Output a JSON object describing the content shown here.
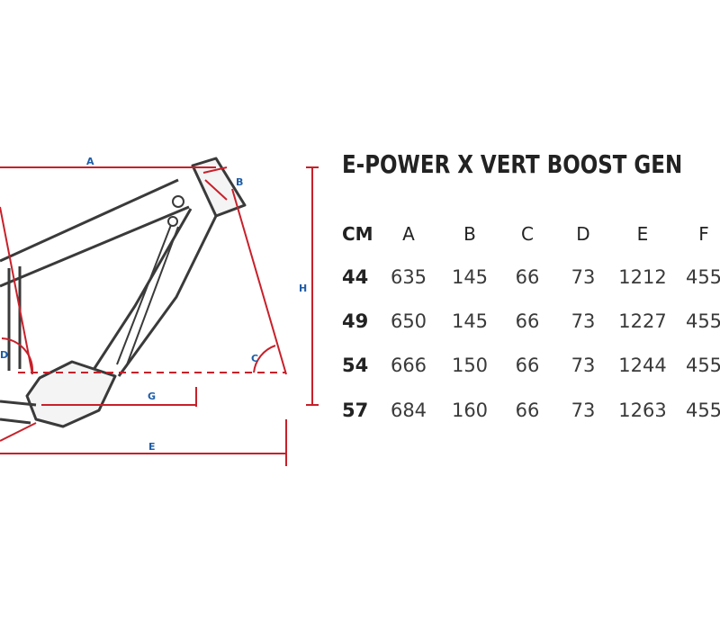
{
  "title": "E-POWER X VERT BOOST GEN",
  "diagram": {
    "dimension_labels": {
      "A": "A",
      "B": "B",
      "C": "C",
      "D": "D",
      "E": "E",
      "G": "G",
      "H": "H"
    },
    "colors": {
      "frame": "#3a3a3a",
      "dimension": "#c8202a",
      "label": "#1f5ea8"
    }
  },
  "table": {
    "headers": [
      "CM",
      "A",
      "B",
      "C",
      "D",
      "E",
      "F"
    ],
    "rows": [
      [
        "44",
        "635",
        "145",
        "66",
        "73",
        "1212",
        "455"
      ],
      [
        "49",
        "650",
        "145",
        "66",
        "73",
        "1227",
        "455"
      ],
      [
        "54",
        "666",
        "150",
        "66",
        "73",
        "1244",
        "455"
      ],
      [
        "57",
        "684",
        "160",
        "66",
        "73",
        "1263",
        "455"
      ]
    ]
  }
}
